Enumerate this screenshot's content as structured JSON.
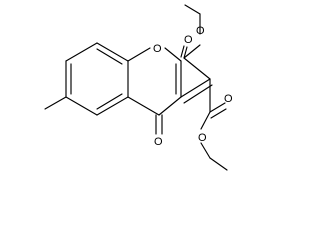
{
  "molecule": {
    "atoms": {
      "ring_oxygen": "O",
      "carbonyl_oxygen": "O",
      "ester1_carbonyl_oxygen": "O",
      "ester1_ether_oxygen": "O",
      "ester2_carbonyl_oxygen": "O",
      "ester2_ether_oxygen": "O"
    }
  },
  "colors": {
    "bond": "#000000",
    "background": "#ffffff"
  }
}
